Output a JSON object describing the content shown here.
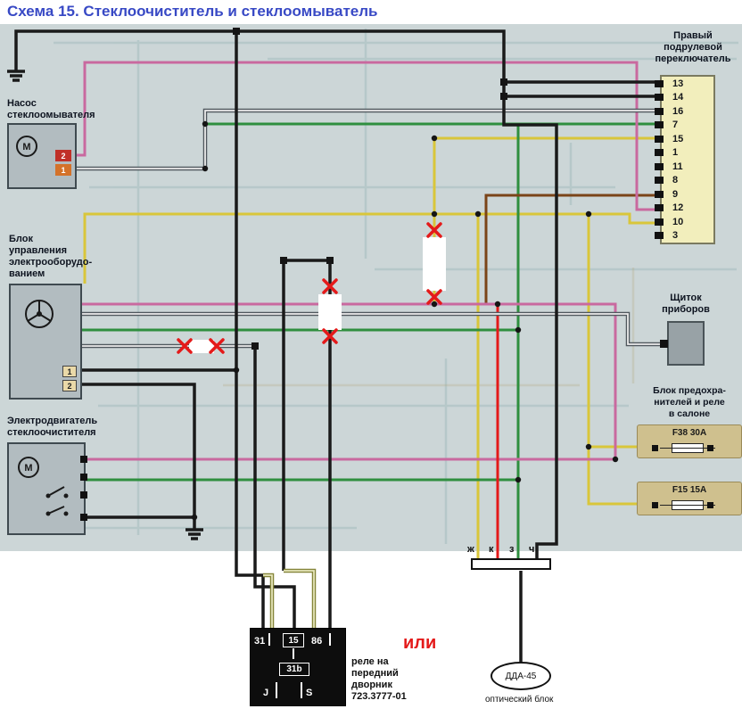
{
  "title": "Схема 15. Стеклоочиститель и стеклоомыватель",
  "pump": {
    "label": "Насос\nстеклоомывателя",
    "motor_letter": "M",
    "terminals": [
      "2",
      "1"
    ]
  },
  "control_unit": {
    "label": "Блок\nуправления\nэлектрооборудо-\nванием",
    "terminals": [
      "1",
      "2"
    ]
  },
  "wiper_motor": {
    "label": "Электродвигатель\nстеклоочистителя",
    "motor_letter": "M"
  },
  "column_switch": {
    "label": "Правый\nподрулевой\nпереключатель",
    "pins": [
      "13",
      "14",
      "16",
      "7",
      "15",
      "1",
      "11",
      "8",
      "9",
      "12",
      "10",
      "3"
    ]
  },
  "instrument_panel": {
    "label": "Щиток\nприборов"
  },
  "fuse_block": {
    "label": "Блок предохра-\nнителей и реле\nв салоне",
    "fuses": [
      {
        "name": "F38 30A"
      },
      {
        "name": "F15 15A"
      }
    ]
  },
  "relay": {
    "label": "реле на\nпередний\nдворник\n723.3777-01",
    "terminals": {
      "t31": "31",
      "t15": "15",
      "t86": "86",
      "t31b": "31b",
      "tj": "J",
      "ts": "S"
    }
  },
  "or_label": "или",
  "optical_unit": {
    "name": "ДДА-45",
    "label": "оптический блок"
  },
  "wire_tags": [
    "ж",
    "к",
    "з",
    "ч"
  ],
  "colors": {
    "title": "#3849c5",
    "black": "#1a1a1a",
    "yellow": "#d9c63a",
    "green": "#2f8f3f",
    "pink": "#c9699f",
    "brown": "#7a4418",
    "red": "#e41a1a",
    "mark": "#e41a1a",
    "gray_outline": "#50585e",
    "gray_core": "#ededed",
    "olive_outline": "#85853a",
    "olive_core": "#e6e6bc"
  }
}
